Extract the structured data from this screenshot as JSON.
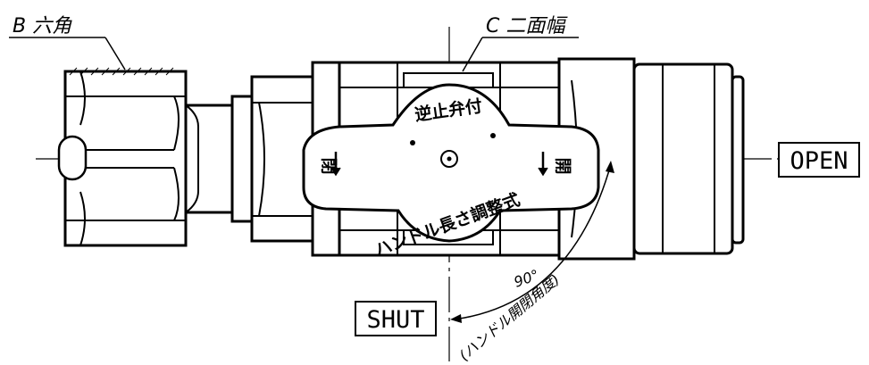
{
  "labels": {
    "hex": "B 六角",
    "flats": "C 二面幅",
    "open": "OPEN",
    "shut": "SHUT",
    "handle_top": "逆止弁付",
    "handle_bottom": "ハンドル長さ調整式",
    "handle_left": "閉",
    "handle_right": "開",
    "angle_value": "90°",
    "angle_note": "(ハンドル開閉角度)"
  }
}
